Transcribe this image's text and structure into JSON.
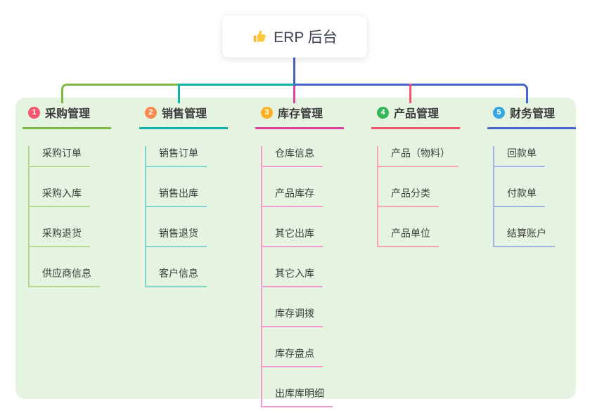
{
  "root": {
    "title": "ERP 后台",
    "icon": "thumbs-up-icon"
  },
  "branches": [
    {
      "index": "1",
      "label": "采购管理",
      "badge_color": "#f5576c",
      "color": "#7cb93e",
      "tint": "#b3d990",
      "children": [
        "采购订单",
        "采购入库",
        "采购退货",
        "供应商信息"
      ]
    },
    {
      "index": "2",
      "label": "销售管理",
      "badge_color": "#fb8a4e",
      "color": "#0cb3a6",
      "tint": "#84d6cc",
      "children": [
        "销售订单",
        "销售出库",
        "销售退货",
        "客户信息"
      ]
    },
    {
      "index": "3",
      "label": "库存管理",
      "badge_color": "#ffaf22",
      "color": "#e03fa0",
      "tint": "#f09bcd",
      "children": [
        "仓库信息",
        "产品库存",
        "其它出库",
        "其它入库",
        "库存调拨",
        "库存盘点",
        "出库库明细"
      ]
    },
    {
      "index": "4",
      "label": "产品管理",
      "badge_color": "#35b558",
      "color": "#f5566d",
      "tint": "#f8a4b0",
      "children": [
        "产品（物料）",
        "产品分类",
        "产品单位"
      ]
    },
    {
      "index": "5",
      "label": "财务管理",
      "badge_color": "#36a6e0",
      "color": "#4763cf",
      "tint": "#a2b2e6",
      "children": [
        "回款单",
        "付款单",
        "结算账户"
      ]
    }
  ],
  "colors": {
    "canvas": "#ffffff",
    "panel": "#e4f4e0",
    "root_line": "#4a5cc4",
    "text": "#3e3e3e"
  }
}
